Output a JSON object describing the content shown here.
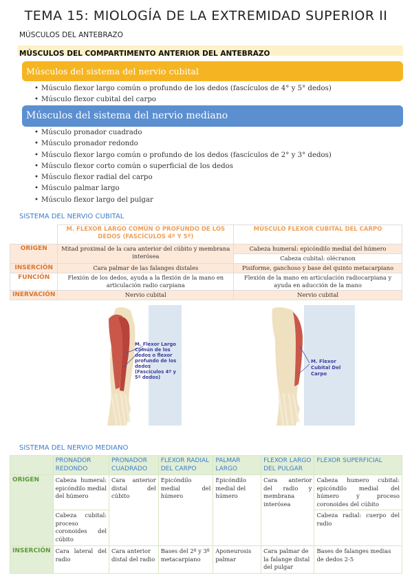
{
  "header": {
    "title": "TEMA 15: MIOLOGÍA DE LA EXTREMIDAD SUPERIOR II",
    "subtitle": "MÚSCULOS DEL ANTEBRAZO",
    "highlight": "MÚSCULOS DEL COMPARTIMENTO ANTERIOR DEL ANTEBRAZO"
  },
  "cubital_band": "Músculos del sistema del nervio cubital",
  "cubital_list": [
    "Músculo flexor largo común o profundo de los dedos (fascículos de 4° y 5° dedos)",
    "Músculo flexor cubital del carpo"
  ],
  "mediano_band": "Músculos del sistema del nervio mediano",
  "mediano_list": [
    "Músculo pronador cuadrado",
    "Músculo pronador redondo",
    "Músculo flexor largo común o profundo de los dedos (fascículos de 2° y 3° dedos)",
    "Músculo flexor corto común o superficial de los dedos",
    "Músculo flexor radial del carpo",
    "Músculo palmar largo",
    "Músculo flexor largo del pulgar"
  ],
  "table1": {
    "section": "SISTEMA DEL NERVIO CUBITAL",
    "col1": "M. FLEXOR LARGO COMÚN O PROFUNDO DE LOS DEDOS (FASCÍCULOS 4º Y 5º)",
    "col2": "MÚSCULO FLEXOR CUBITAL DEL CARPO",
    "origen": "ORIGEN",
    "origen_c1": "Mitad proximal de la cara anterior del cúbito y membrana interósea",
    "origen_c2a": "Cabeza humeral: epicóndilo medial del húmero",
    "origen_c2b": "Cabeza cubital: olécranon",
    "insercion": "INSERCIÓN",
    "insercion_c1": "Cara palmar de las falanges distales",
    "insercion_c2": "Pisiforme, ganchoso y base del quinto metacarpiano",
    "funcion": "FUNCIÓN",
    "funcion_c1": "Flexión de los dedos, ayuda a la flexión de la mano en articulación radio carpiana",
    "funcion_c2": "Flexión de la mano en articulación radiocarpiana y ayuda en aducción de la mano",
    "inervacion": "INERVACIÓN",
    "inervacion_c1": "Nervio cubital",
    "inervacion_c2": "Nervio cubital"
  },
  "figures": {
    "fig1_label": "M. Flexor Largo Común de los dedos o flexor profundo de los dedos (Fascículos 4º y 5º dedos)",
    "fig2_label": "M. Flexor Cubital Del Carpo"
  },
  "table2": {
    "section": "SISTEMA DEL NERVIO MEDIANO",
    "headers": [
      "PRONADOR REDONDO",
      "PRONADOR CUADRADO",
      "FLEXOR RADIAL DEL CARPO",
      "PALMAR LARGO",
      "FLEXOR LARGO DEL PULGAR",
      "FLEXOR SUPERFICIAL"
    ],
    "origen": "ORIGEN",
    "origen_vals": [
      "Cabeza humeral: epicóndilo medial del húmero",
      "Cara anterior distal del cúbito",
      "Epicóndilo medial del húmero",
      "Epicóndilo medial del húmero",
      "Cara anterior del radio y membrana interósea",
      "Cabeza humero cubital: epicóndilo medial del húmero y proceso coronoides del cúbito"
    ],
    "origen_extra1": "Cabeza cubital: proceso coronoides del cúbito",
    "origen_extra6": "Cabeza radial: cuerpo del radio",
    "insercion": "INSERCIÓN",
    "insercion_vals": [
      "Cara lateral del radio",
      "Cara anterior distal del radio",
      "Bases del 2º y 3º metacarpiano",
      "Aponeurosis palmar",
      "Cara palmar de la falange distal del pulgar",
      "Bases de falanges medias de dedos 2-5"
    ]
  },
  "colors": {
    "orange_band": "#f5b522",
    "blue_band": "#5b8fd0",
    "section_blue": "#3d7cc9",
    "highlight": "#fdf1c7"
  }
}
